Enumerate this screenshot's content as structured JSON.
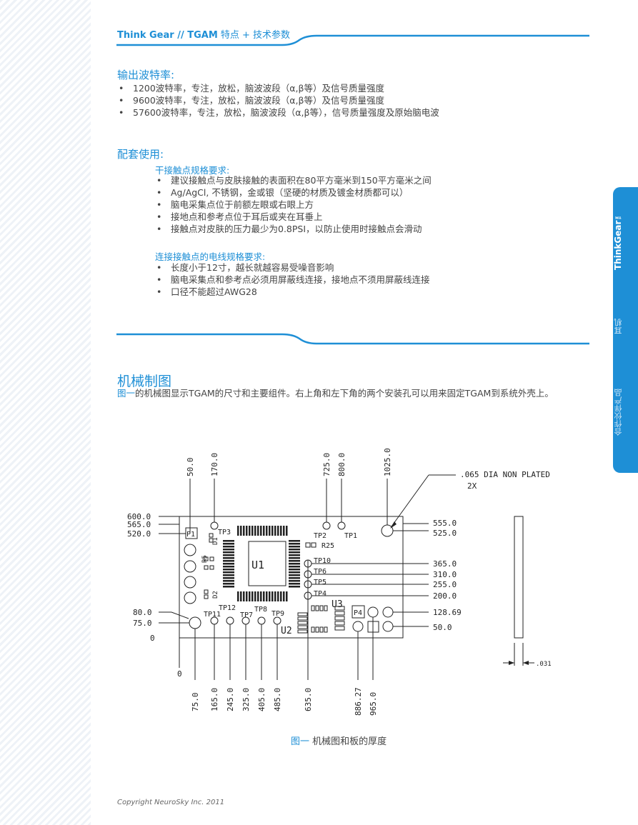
{
  "header": {
    "brand": "Think Gear // TGAM",
    "rest": " 特点 + 技术参数"
  },
  "baud": {
    "title": "输出波特率:",
    "items": [
      "1200波特率，专注，放松，脑波波段（α,β等）及信号质量强度",
      "9600波特率，专注，放松，脑波波段（α,β等）及信号质量强度",
      "57600波特率，专注，放松，脑波波段（α,β等），信号质量强度及原始脑电波"
    ]
  },
  "usage": {
    "title": "配套使用:",
    "dry_title": "干接触点规格要求:",
    "dry_items": [
      "建议接触点与皮肤接触的表面积在80平方毫米到150平方毫米之间",
      "Ag/AgCl, 不锈钢，金或银（坚硬的材质及镀金材质都可以）",
      "脑电采集点位于前额左眼或右眼上方",
      "接地点和参考点位于耳后或夹在耳垂上",
      "接触点对皮肤的压力最少为0.8PSI，以防止使用时接触点会滑动"
    ],
    "wire_title": "连接接触点的电线规格要求:",
    "wire_items": [
      "长度小于12寸，越长就越容易受噪音影响",
      "脑电采集点和参考点必须用屏蔽线连接，接地点不须用屏蔽线连接",
      "口径不能超过AWG28"
    ]
  },
  "mech": {
    "title": "机械制图",
    "para_highlight": "图一",
    "para_rest": "的机械图显示TGAM的尺寸和主要组件。右上角和左下角的两个安装孔可以用来固定TGAM到系统外壳上。"
  },
  "drawing": {
    "top_dims": [
      "50.0",
      "170.0",
      "725.0",
      "800.0",
      "1025.0"
    ],
    "bottom_dims": [
      "75.0",
      "165.0",
      "245.0",
      "325.0",
      "405.0",
      "485.0",
      "635.0",
      "886.27",
      "965.0"
    ],
    "left_dims": [
      "600.0",
      "565.0",
      "520.0",
      "80.0",
      "75.0",
      "0",
      "0"
    ],
    "right_dims": [
      "555.0",
      "525.0",
      "365.0",
      "310.0",
      "255.0",
      "200.0",
      "128.69",
      "50.0"
    ],
    "note_line1": ".065 DIA NON PLATED",
    "note_line2": "2X",
    "thickness": ".031",
    "labels": {
      "p1": "P1",
      "p4": "P4",
      "u1": "U1",
      "u2": "U2",
      "u3": "U3",
      "tp1": "TP1",
      "tp2": "TP2",
      "tp3": "TP3",
      "tp4": "TP4",
      "tp5": "TP5",
      "tp6": "TP6",
      "tp7": "TP7",
      "tp8": "TP8",
      "tp9": "TP9",
      "tp10": "TP10",
      "tp11": "TP11",
      "tp12": "TP12",
      "r25": "R25",
      "r5": "R5",
      "d1": "D1",
      "d2": "D2"
    }
  },
  "caption": {
    "num": "图一",
    "text": "  机械图和板的厚度"
  },
  "footer": "Copyright NeuroSky Inc. 2011",
  "sidetab": {
    "brand": "ThinkGear™",
    "earphone": "耳机",
    "partner": "合作伙伴产品"
  }
}
